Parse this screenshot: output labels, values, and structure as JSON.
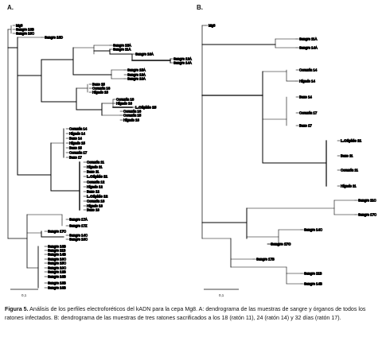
{
  "panels": {
    "a": {
      "label": "A.",
      "scale": "0,1",
      "leaves": [
        "Mg8",
        "Sangre 18B",
        "Sangre 18C",
        "Sangre 18D",
        "Sangre 15A",
        "Sangre 11A",
        "Sangre 16A",
        "Sangre 12A",
        "Sangre 14A",
        "Sangre 15A",
        "Sangre 13A",
        "Sangre 10A",
        "Bazo 15",
        "Corazón 16",
        "Hígado 15",
        "Corazón 18",
        "Hígado 16",
        "L.Cúpido 15",
        "Corazón 16",
        "Corazón 15",
        "Hígado 18",
        "Corazón 14",
        "Hígado 14",
        "Bazo 14",
        "Hígado 15",
        "Bazo 15",
        "Corazón 17",
        "Bazo 17",
        "Corazón 11",
        "Hígado 11",
        "Bazo 11",
        "L.Cúpido 11",
        "Corazón 12",
        "Hígado 12",
        "Bazo 12",
        "L.Cúpido 12",
        "Corazón 13",
        "Hígado 13",
        "Bazo 13",
        "Sangre 17A",
        "Sangre 17Z",
        "Sangre 17C",
        "Sangre 14C",
        "Sangre 16C",
        "Sangre 16B",
        "Sangre 11B",
        "Sangre 14B",
        "Sangre 16C",
        "Sangre 15C",
        "Sangre 10C",
        "Sangre 12B",
        "Sangre 16B",
        "Sangre 13B",
        "Sangre 16B"
      ]
    },
    "b": {
      "label": "B.",
      "scale": "0,1",
      "leaves": [
        "Mg8",
        "Sangre 11A",
        "Sangre 14A",
        "Corazón 14",
        "Hígado 14",
        "Bazo 14",
        "Corazón 17",
        "Bazo 17",
        "L.Cúpido 11",
        "Bazo 11",
        "Corazón 11",
        "Hígado 11",
        "Sangre 11C",
        "Sangre 17C",
        "Sangre 14C",
        "Sangre 17C",
        "Sangre 17B",
        "Sangre 11B",
        "Sangre 14B"
      ]
    }
  },
  "caption": {
    "label": "Figura 5.",
    "text": " Análisis de los perfiles electroforéticos del kADN para la cepa Mg8. A: dendrograma de las muestras de sangre y órganos de todos los ratones infectados. B: dendrograma de las muestras de tres ratones sacrificados a los 18 (ratón 11), 24 (ratón 14) y 32 días (ratón 17)."
  }
}
